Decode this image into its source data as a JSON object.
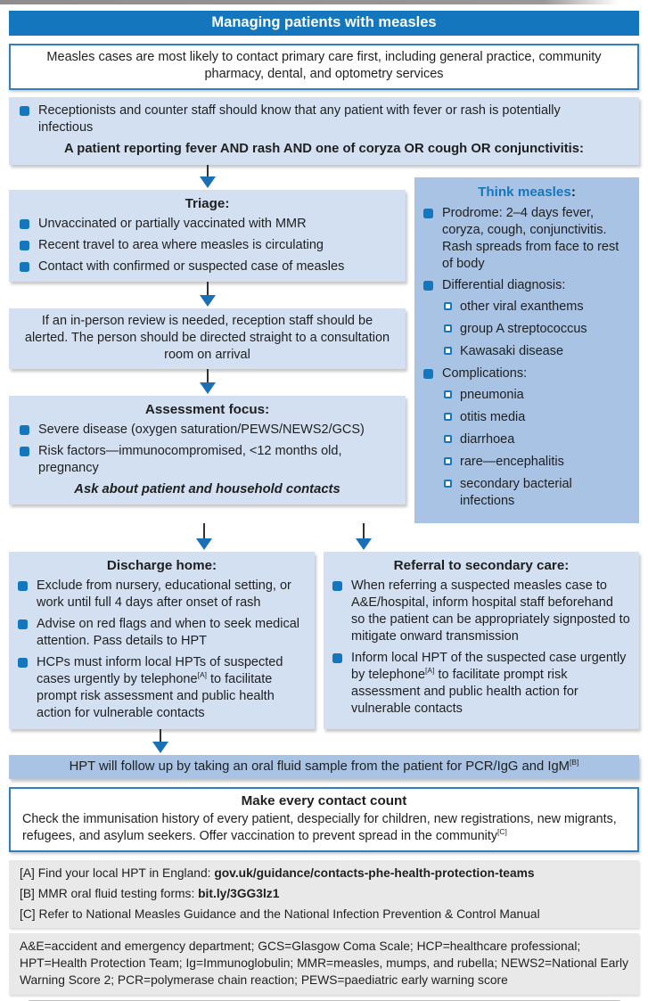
{
  "colors": {
    "accent_blue": "#1477bd",
    "light_blue_box": "#d3e0f2",
    "medium_blue_box": "#a9c3e4",
    "box_border_blue": "#2f80c3",
    "footnote_gray": "#e9e9e9",
    "arrowhead_blue": "#1a6fb5"
  },
  "header": {
    "title": "Managing patients with measles"
  },
  "intro": {
    "text": "Measles cases are most likely to contact primary care first, including general practice, community pharmacy, dental, and optometry services"
  },
  "reception": {
    "bullet": "Receptionists and counter staff should know that any patient with fever or rash is potentially infectious",
    "bold_line": "A patient reporting fever AND rash AND one of coryza OR cough OR conjunctivitis:"
  },
  "triage": {
    "title": "Triage",
    "colon": ":",
    "items": [
      "Unvaccinated or partially vaccinated with MMR",
      "Recent travel to area where measles is circulating",
      "Contact with confirmed or suspected case of measles"
    ]
  },
  "think": {
    "title": "Think measles",
    "colon": ":",
    "prodrome": "Prodrome: 2–4 days fever, coryza, cough, conjunctivitis. Rash spreads from face to rest of body",
    "differential_label": "Differential diagnosis:",
    "differential": [
      "other viral exanthems",
      "group A streptococcus",
      "Kawasaki disease"
    ],
    "complications_label": "Complications:",
    "complications": [
      "pneumonia",
      "otitis media",
      "diarrhoea",
      "rare—encephalitis",
      "secondary bacterial infections"
    ]
  },
  "inperson": {
    "text": "If an in-person review is needed, reception staff should be alerted. The person should be directed straight to a consultation room on arrival"
  },
  "assessment": {
    "title": "Assessment focus",
    "colon": ":",
    "items": [
      "Severe disease (oxygen saturation/PEWS/NEWS2/GCS)",
      "Risk factors—immunocompromised, <12 months old, pregnancy"
    ],
    "emphasis": "Ask about patient and household contacts"
  },
  "discharge": {
    "title": "Discharge home",
    "colon": ":",
    "items": [
      {
        "text": "Exclude from nursery, educational setting, or work until full 4 days after onset of rash"
      },
      {
        "text": "Advise on red flags and when to seek medical attention. Pass details to HPT"
      },
      {
        "pre": "HCPs must inform local HPTs of suspected cases urgently by telephone",
        "sup": "[A]",
        "post": " to facilitate prompt risk assessment and public health action for vulnerable contacts"
      }
    ]
  },
  "referral": {
    "title": "Referral to secondary care",
    "colon": ":",
    "items": [
      {
        "text": "When referring a suspected measles case to A&E/hospital, inform hospital staff beforehand so the patient can be appropriately signposted to mitigate onward transmission"
      },
      {
        "pre": "Inform local HPT of the suspected case urgently by telephone",
        "sup": "[A]",
        "post": " to facilitate prompt risk assessment and public health action for vulnerable contacts"
      }
    ]
  },
  "hpt_bar": {
    "pre": "HPT will follow up by taking an oral fluid sample from the patient for PCR/IgG and IgM",
    "sup": "[B]"
  },
  "contact": {
    "title": "Make every contact count",
    "body_pre": "Check the immunisation history of every patient, despecially for children, new registrations, new migrants, refugees, and asylum seekers. Offer vaccination to prevent spread in the community",
    "sup": "[C]"
  },
  "footnotes": [
    {
      "label": "[A]",
      "text": " Find your local HPT in England: ",
      "link": "gov.uk/guidance/contacts-phe-health-protection-teams"
    },
    {
      "label": "[B]",
      "text": " MMR oral fluid testing forms: ",
      "link": "bit.ly/3GG3lz1"
    },
    {
      "label": "[C]",
      "text": " Refer to National Measles Guidance and the National Infection Prevention & Control Manual",
      "link": ""
    }
  ],
  "abbreviations": {
    "text": "A&E=accident and emergency department; GCS=Glasgow Coma Scale; HCP=healthcare professional; HPT=Health Protection Team; Ig=Immunoglobulin; MMR=measles, mumps, and rubella; NEWS2=National Early Warning Score 2; PCR=polymerase chain reaction; PEWS=paediatric early warning score"
  }
}
